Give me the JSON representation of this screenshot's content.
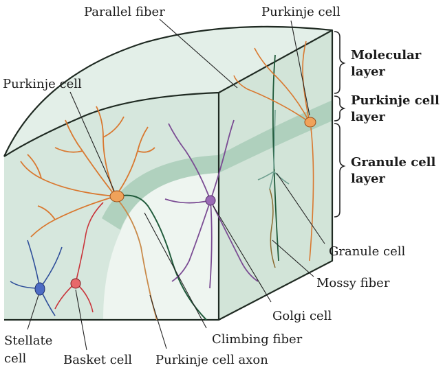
{
  "labels": {
    "parallel_fiber": "Parallel fiber",
    "purkinje_cell_top": "Purkinje cell",
    "purkinje_cell_left": "Purkinje cell",
    "molecular_layer_1": "Molecular",
    "molecular_layer_2": "layer",
    "purkinje_layer_1": "Purkinje cell",
    "purkinje_layer_2": "layer",
    "granule_layer_1": "Granule cell",
    "granule_layer_2": "layer",
    "granule_cell": "Granule cell",
    "mossy_fiber": "Mossy fiber",
    "golgi_cell": "Golgi cell",
    "climbing_fiber": "Climbing fiber",
    "stellate_cell_1": "Stellate",
    "stellate_cell_2": "cell",
    "basket_cell": "Basket cell",
    "purkinje_axon": "Purkinje cell axon"
  },
  "colors": {
    "tissue_light": "#dbe9e1",
    "tissue_mid": "#c9ded2",
    "purkinje_band": "#a8ccb6",
    "purkinje": "#d9782f",
    "purkinje_body": "#f0a25a",
    "golgi": "#7a4b93",
    "stellate": "#2f4f9a",
    "basket": "#c9343a",
    "climbing_fiber": "#1f5a3a",
    "mossy_fiber": "#8a6a2f",
    "granule": "#6e9f8f"
  }
}
